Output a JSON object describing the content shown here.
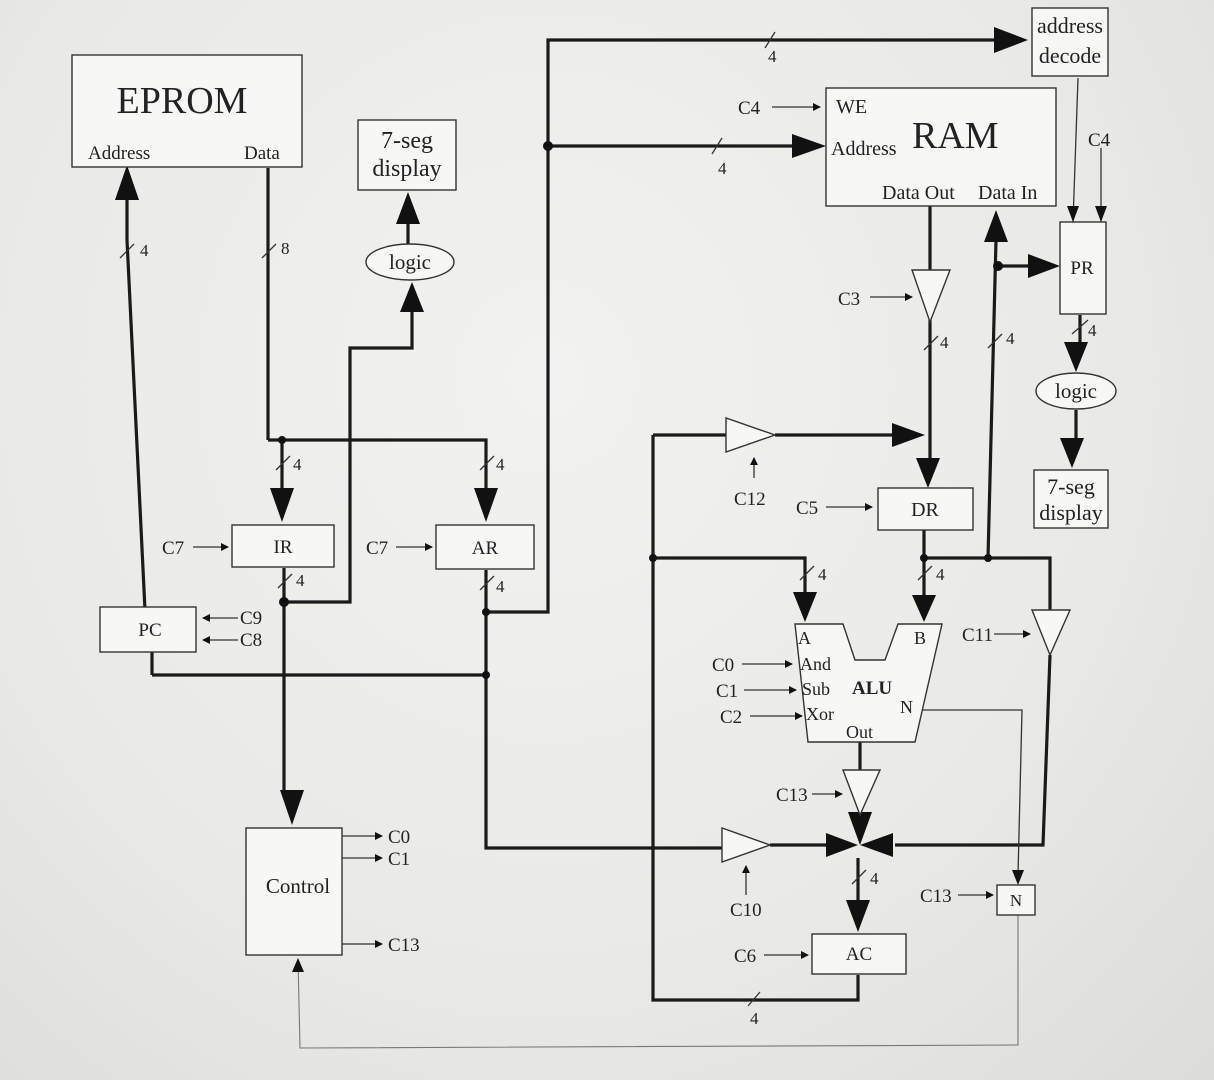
{
  "blocks": {
    "eprom": {
      "title": "EPROM",
      "address": "Address",
      "data": "Data"
    },
    "ram": {
      "title": "RAM",
      "we": "WE",
      "address": "Address",
      "data_out": "Data Out",
      "data_in": "Data In"
    },
    "address_decode": {
      "line1": "address",
      "line2": "decode"
    },
    "display_left": {
      "line1": "7-seg",
      "line2": "display"
    },
    "display_right": {
      "line1": "7-seg",
      "line2": "display"
    },
    "logic_left": "logic",
    "logic_right": "logic",
    "pr": "PR",
    "ir": "IR",
    "ar": "AR",
    "pc": "PC",
    "dr": "DR",
    "ac": "AC",
    "n_flag": "N",
    "control": "Control",
    "alu": {
      "title": "ALU",
      "a": "A",
      "b": "B",
      "and": "And",
      "sub": "Sub",
      "xor": "Xor",
      "out": "Out",
      "n": "N"
    }
  },
  "signals": {
    "c0": "C0",
    "c1": "C1",
    "c2": "C2",
    "c3": "C3",
    "c4a": "C4",
    "c4b": "C4",
    "c5": "C5",
    "c6": "C6",
    "c7a": "C7",
    "c7b": "C7",
    "c8": "C8",
    "c9": "C9",
    "c10": "C10",
    "c11": "C11",
    "c12": "C12",
    "c13_alu": "C13",
    "c13_n": "C13",
    "ctrl_c0": "C0",
    "ctrl_c1": "C1",
    "ctrl_c13": "C13"
  },
  "bus_widths": {
    "eprom_addr": "4",
    "eprom_data": "8",
    "ir_in": "4",
    "ar_in": "4",
    "ir_out": "4",
    "ar_out": "4",
    "decode": "4",
    "ram_addr": "4",
    "ram_out": "4",
    "ram_in": "4",
    "pr_out": "4",
    "alu_a": "4",
    "alu_b": "4",
    "ac_in": "4",
    "ac_loop": "4"
  }
}
